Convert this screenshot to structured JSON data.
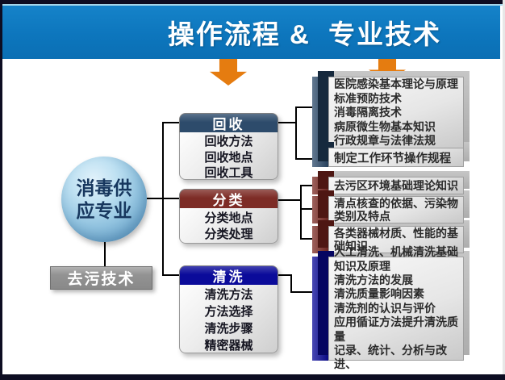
{
  "title": "操作流程 &  专业技术",
  "root": {
    "label": "消毒供应专业"
  },
  "decontam": {
    "label": "去污技术"
  },
  "categories": [
    {
      "label": "回收",
      "color": "#2d4b6b",
      "items": [
        "回收方法",
        "回收地点",
        "回收工具"
      ]
    },
    {
      "label": "分类",
      "color": "#7d2c26",
      "items": [
        "分类地点",
        "分类处理"
      ]
    },
    {
      "label": "清洗",
      "color": "#0b0b9a",
      "items": [
        "清洗方法",
        "方法选择",
        "清洗步骤",
        "精密器械"
      ]
    }
  ],
  "knowledge": [
    {
      "category": "回收",
      "color": "#2d4b6b",
      "lines": [
        "医院感染基本理论与原理",
        "标准预防技术",
        "消毒隔离技术",
        "病原微生物基本知识",
        "行政规章与法律法规"
      ]
    },
    {
      "category": "回收",
      "color": "#2d4b6b",
      "lines": [
        "制定工作环节操作规程"
      ]
    },
    {
      "category": "分类",
      "color": "#7d2c26",
      "lines": [
        "去污区环境基础理论知识"
      ]
    },
    {
      "category": "分类",
      "color": "#7d2c26",
      "lines": [
        "清点核查的依据、污染物类别及特点"
      ]
    },
    {
      "category": "分类",
      "color": "#7d2c26",
      "lines": [
        "各类器械材质、性能的基础知识"
      ]
    },
    {
      "category": "清洗",
      "color": "#0b0b9a",
      "lines": [
        "人工清洗、机械清洗基础知识及原理",
        "清洗方法的发展",
        "清洗质量影响因素",
        "清洗剂的认识与评价",
        "应用循证方法提升清洗质量",
        "记录、统计、分析与改进、"
      ]
    }
  ],
  "colors": {
    "banner": "#0d76bd",
    "frame": "#0d0d22",
    "arrow_orange": "#e57c10",
    "steel_blue": "#2d4b6b",
    "maroon": "#7d2c26",
    "navy": "#0b0b9a",
    "sphere_blue": "#93c4e0",
    "gray_box": "#8f8f8f",
    "connector": "#000000"
  }
}
